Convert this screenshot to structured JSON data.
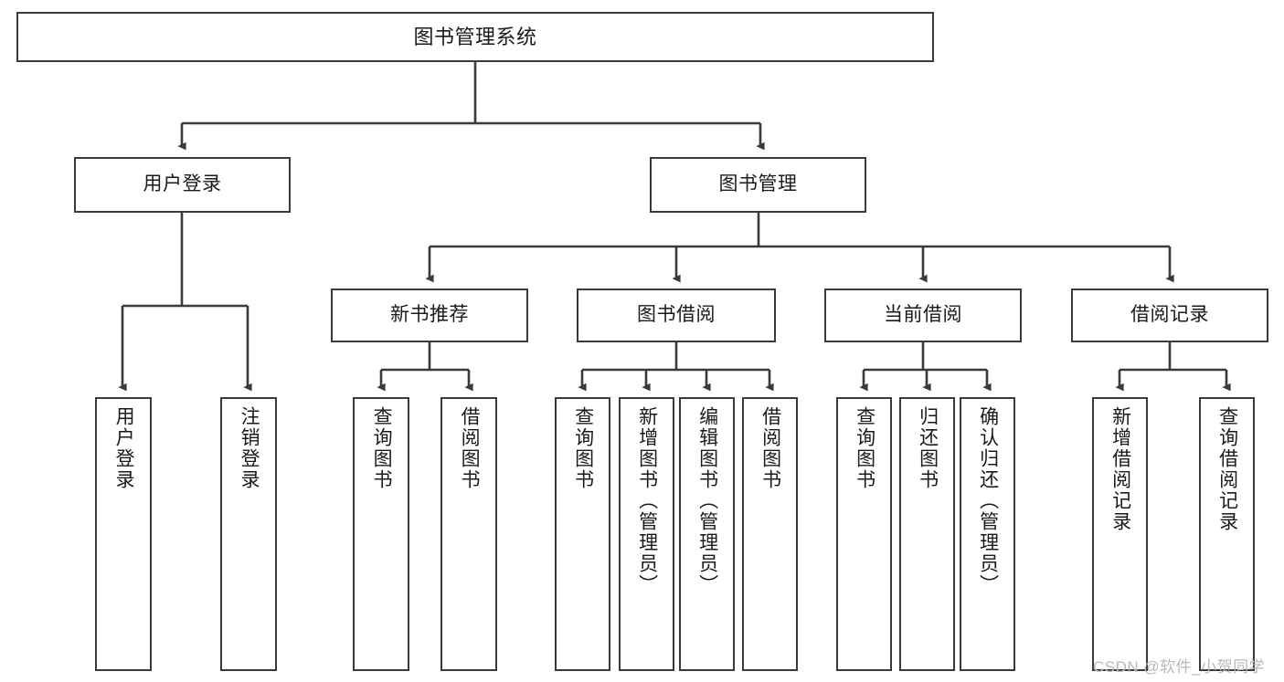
{
  "diagram": {
    "title": "图书管理系统",
    "type": "tree",
    "style": {
      "box_border": "#3a3a3a",
      "box_fill": "#ffffff",
      "text": "#1a1a1a",
      "connector": "#3a3a3a",
      "background": "#ffffff",
      "watermark_color": "#b9b9b9"
    },
    "root": {
      "label": "图书管理系统"
    },
    "level2": [
      {
        "label": "用户登录"
      },
      {
        "label": "图书管理"
      }
    ],
    "level3": [
      {
        "label": "新书推荐"
      },
      {
        "label": "图书借阅"
      },
      {
        "label": "当前借阅"
      },
      {
        "label": "借阅记录"
      }
    ],
    "leaves": {
      "user_login": [
        {
          "label": "用户登录"
        },
        {
          "label": "注销登录"
        }
      ],
      "new_book_recommend": [
        {
          "label": "查询图书"
        },
        {
          "label": "借阅图书"
        }
      ],
      "book_borrow": [
        {
          "label": "查询图书"
        },
        {
          "label": "新增图书（管理员）"
        },
        {
          "label": "编辑图书（管理员）"
        },
        {
          "label": "借阅图书"
        }
      ],
      "current_borrow": [
        {
          "label": "查询图书"
        },
        {
          "label": "归还图书"
        },
        {
          "label": "确认归还（管理员）"
        }
      ],
      "borrow_record": [
        {
          "label": "新增借阅记录"
        },
        {
          "label": "查询借阅记录"
        }
      ]
    }
  },
  "watermark": {
    "text": "CSDN @软件_小贺同学"
  }
}
